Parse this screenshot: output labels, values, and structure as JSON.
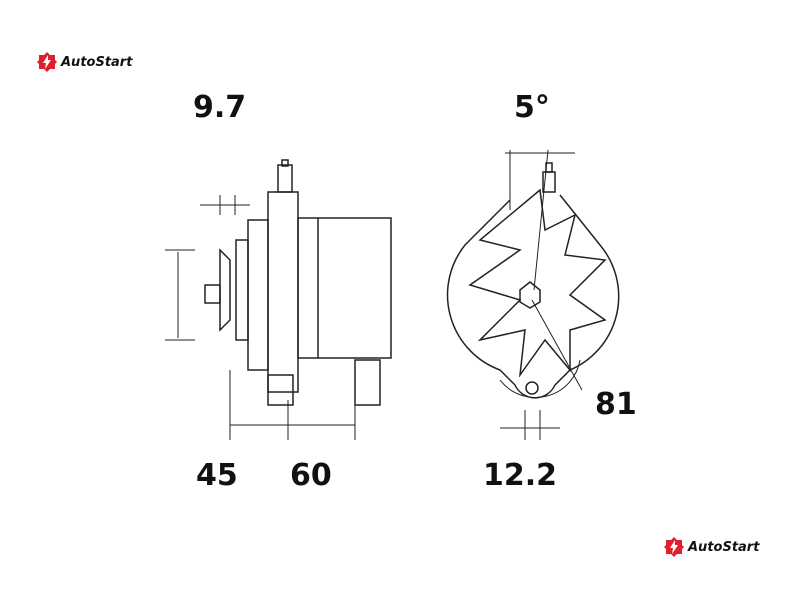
{
  "brand": {
    "name": "AutoStart",
    "color": "#e0202a"
  },
  "dimensions": {
    "top_left": "9.7",
    "top_right": "5°",
    "bottom_left_1": "45",
    "bottom_left_2": "60",
    "bottom_right": "12.2",
    "right": "81"
  }
}
